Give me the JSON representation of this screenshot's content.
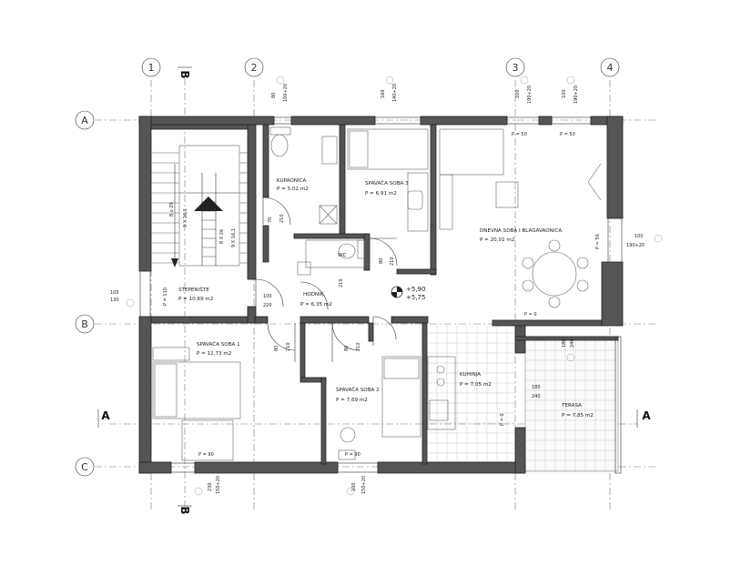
{
  "axes": {
    "cols": [
      "1",
      "2",
      "3",
      "4"
    ],
    "rows": [
      "A",
      "B",
      "C"
    ],
    "section_marks": [
      "B",
      "B",
      "A",
      "A"
    ]
  },
  "rooms": {
    "kupaonica": {
      "name": "KUPAONICA",
      "area": "P = 5,02 m2"
    },
    "soba3": {
      "name": "SPAVAĆA SOBA 3",
      "area": "P = 6,91 m2"
    },
    "dnevna": {
      "name": "DNEVNA SOBA I BLAGAVAONICA",
      "area": "P = 20,01 m2"
    },
    "wc": {
      "name": "WC"
    },
    "stepeniste": {
      "name": "STEPENIŠTE",
      "area": "P = 10,69 m2"
    },
    "hodnik": {
      "name": "HODNIK",
      "area": "P = 6,35 m2"
    },
    "soba1": {
      "name": "SPAVAĆA SOBA 1",
      "area": "P = 12,73 m2"
    },
    "soba2": {
      "name": "SPAVAĆA SOBA 2",
      "area": "P = 7,69 m2"
    },
    "kuhinja": {
      "name": "KUHINJA",
      "area": "P = 7,05 m2"
    },
    "terasa": {
      "name": "TERASA",
      "area": "P = 7,85 m2"
    }
  },
  "levels": {
    "upper": "+5,90",
    "lower": "+5,75"
  },
  "stairs": {
    "run1": "8 x 29",
    "run1b": "9 X 16,1",
    "run2": "8 X 26",
    "run2b": "9 X 16,1"
  },
  "sill_labels": {
    "p50a": "P = 50",
    "p50b": "P = 50",
    "p50c": "P = 50",
    "p0a": "P = 0",
    "p0b": "P = 0",
    "p110": "P = 110",
    "p90a": "P = 90",
    "p90b": "P = 90"
  },
  "dims": {
    "top": [
      {
        "a": "80",
        "b": "100+20"
      },
      {
        "a": "160",
        "b": "140+20"
      },
      {
        "a": "100",
        "b": "190+20"
      },
      {
        "a": "100",
        "b": "190+20"
      }
    ],
    "right": {
      "a": "100",
      "b": "190+20"
    },
    "left": {
      "a": "105",
      "b": "130"
    },
    "bottom": [
      {
        "a": "230",
        "b": "150+20"
      },
      {
        "a": "100",
        "b": "150+20"
      }
    ],
    "doors": {
      "d1a": "70",
      "d1b": "210",
      "d2a": "80",
      "d2b": "210",
      "d3a": "100",
      "d3b": "220",
      "d4": "210",
      "d5a": "80",
      "d5b": "210",
      "d6a": "80",
      "d6b": "210",
      "t1a": "180",
      "t1b": "240",
      "t2a": "180",
      "t2b": "240"
    }
  }
}
